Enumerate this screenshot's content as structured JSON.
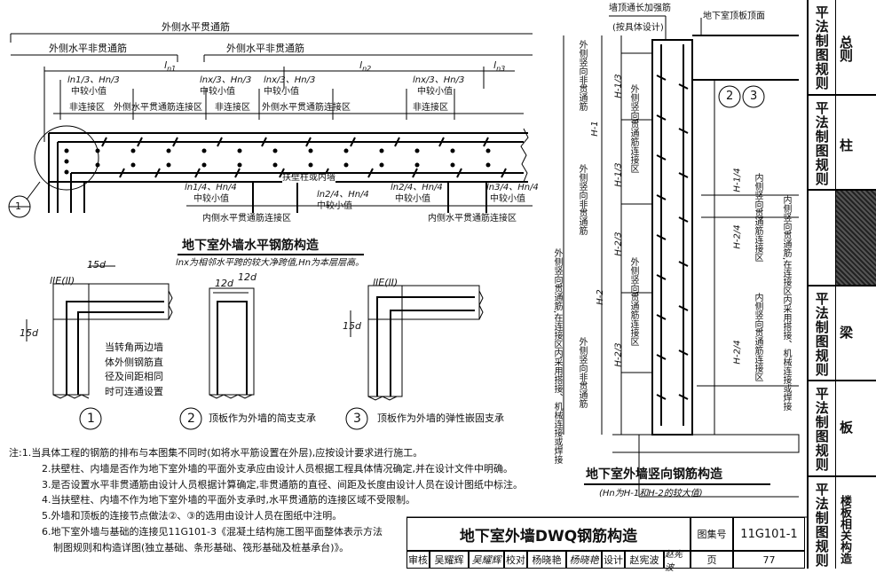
{
  "horizontal": {
    "top_label": "外侧水平贯通筋",
    "left_label": "外侧水平非贯通筋",
    "mid_label": "外侧水平非贯通筋",
    "spans": [
      "l",
      "l",
      "l"
    ],
    "span_subs": [
      "n1",
      "n2",
      "n3"
    ],
    "zone_top": [
      "ln1/3、Hn/3",
      "lnx/3、Hn/3",
      "lnx/3、Hn/3",
      "lnx/3、Hn/3"
    ],
    "zone_top_sub": "中较小值",
    "zones_top_labels": [
      "非连接区",
      "外侧水平贯通筋连接区",
      "非连接区",
      "外侧水平贯通筋连接区",
      "非连接区"
    ],
    "pilaster_label": "扶壁柱或内墙",
    "zone_bottom": [
      "ln1/4、Hn/4",
      "ln2/4、Hn/4",
      "ln2/4、Hn/4",
      "ln3/4、Hn/4"
    ],
    "zones_bottom_labels": [
      "内侧水平贯通筋连接区",
      "内侧水平贯通筋连接区"
    ],
    "title": "地下室外墙水平钢筋构造",
    "subtitle": "lnx为相邻水平跨的较大净跨值,Hn为本层层高。",
    "section_marker": "1"
  },
  "corners": {
    "dims": [
      "15d",
      "lIE(lI)",
      "15d",
      "12d",
      "12d",
      "lIE(lI)",
      "15d"
    ],
    "note": [
      "当转角两边墙",
      "体外侧钢筋直",
      "径及间距相同",
      "时可连通设置"
    ],
    "labels": [
      {
        "num": "1",
        "text": ""
      },
      {
        "num": "2",
        "text": "顶板作为外墙的简支支承"
      },
      {
        "num": "3",
        "text": "顶板作为外墙的弹性嵌固支承"
      }
    ]
  },
  "vertical": {
    "top_note": "墙顶通长加强筋",
    "top_note2": "(按具体设计)",
    "roof_label": "地下室顶板顶面",
    "circles": [
      "2",
      "3"
    ],
    "title": "地下室外墙竖向钢筋构造",
    "subtitle": "(Hn为H-1和H-2的较大值)",
    "left_vlabels": [
      "外侧竖向非贯通筋",
      "外侧竖向贯通筋连接区",
      "外侧竖向非贯通筋",
      "外侧竖向贯通筋连接区",
      "外侧竖向非贯通筋"
    ],
    "dims": [
      "H-1/3",
      "H-1",
      "H-1/3",
      "H-2/3",
      "H-2",
      "H-2/3"
    ],
    "right_dims": [
      "H-1/4",
      "H-2/4",
      "H-2/4"
    ],
    "right_vlabels": [
      "内侧竖向贯通筋连接区",
      "内侧竖向贯通筋连接区"
    ],
    "far_left_vlabel": "外侧竖向贯通筋,在连接区内采用搭接、机械连接或焊接",
    "far_right_vlabel": "内侧竖向贯通筋,在连接区内采用搭接、机械连接或焊接"
  },
  "notes": [
    "注:1.当具体工程的钢筋的排布与本图集不同时(如将水平筋设置在外层),应按设计要求进行施工。",
    "2.扶壁柱、内墙是否作为地下室外墙的平面外支承应由设计人员根据工程具体情况确定,并在设计文件中明确。",
    "3.是否设置水平非贯通筋由设计人员根据计算确定,非贯通筋的直径、间距及长度由设计人员在设计图纸中标注。",
    "4.当扶壁柱、内墙不作为地下室外墙的平面外支承时,水平贯通筋的连接区域不受限制。",
    "5.外墙和顶板的连接节点做法②、③的选用由设计人员在图纸中注明。",
    "6.地下室外墙与基础的连接见11G101-3《混凝土结构施工图平面整体表示方法",
    "制图规则和构造详图(独立基础、条形基础、筏形基础及桩基承台)》。"
  ],
  "titleblock": {
    "title": "地下室外墙DWQ钢筋构造",
    "atlas_label": "图集号",
    "atlas_no": "11G101-1",
    "review_label": "审核",
    "reviewer": "吴耀辉",
    "reviewer_sig": "吴耀辉",
    "check_label": "校对",
    "checker": "杨晓艳",
    "checker_sig": "杨晓艳",
    "design_label": "设计",
    "designer": "赵宪波",
    "designer_sig": "赵宪波",
    "page_label": "页",
    "page_no": "77"
  },
  "sidebar": [
    {
      "main": "平法制图规则",
      "sub": "总则"
    },
    {
      "main": "平法制图规则",
      "sub": "柱"
    },
    {
      "main": "",
      "sub": ""
    },
    {
      "main": "平法制图规则",
      "sub": "梁"
    },
    {
      "main": "平法制图规则",
      "sub": "板"
    },
    {
      "main": "平法制图规则",
      "sub": "楼板相关构造"
    }
  ]
}
